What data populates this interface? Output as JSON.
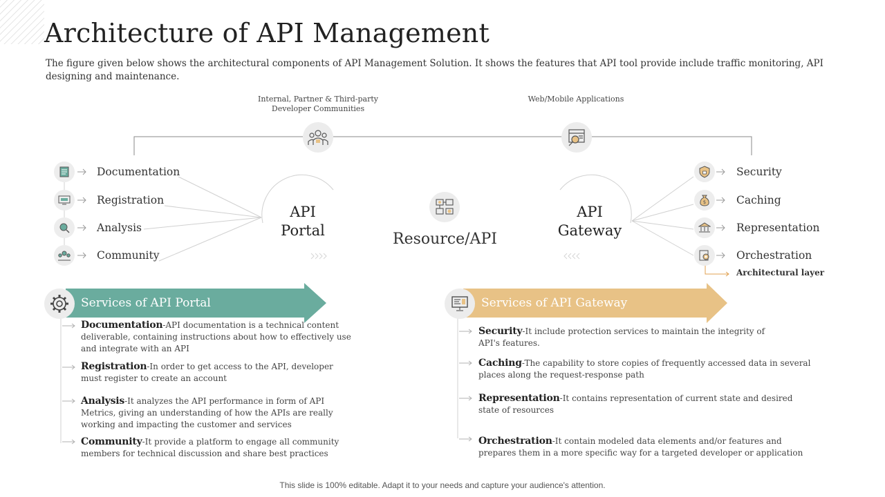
{
  "title": "Architecture of API Management",
  "subtitle": "The figure given below shows the architectural components of API Management Solution. It shows the features that API tool provide include traffic monitoring, API designing and maintenance.",
  "top": {
    "developer_label": "Internal, Partner & Third-party Developer Communities",
    "apps_label": "Web/Mobile Applications"
  },
  "portal": {
    "title_line1": "API",
    "title_line2": "Portal",
    "items": [
      "Documentation",
      "Registration",
      "Analysis",
      "Community"
    ]
  },
  "gateway": {
    "title_line1": "API",
    "title_line2": "Gateway",
    "items": [
      "Security",
      "Caching",
      "Representation",
      "Orchestration"
    ],
    "layer_label": "Architectural layer"
  },
  "resource_label": "Resource/API",
  "portal_services": {
    "banner": "Services of API Portal",
    "entries": [
      {
        "term": "Documentation",
        "text": "API documentation  is a technical content deliverable,  containing instructions about how to effectively  use and integrate  with an API"
      },
      {
        "term": "Registration",
        "text": "In order to get access to the API, developer  must register  to create  an account"
      },
      {
        "term": "Analysis",
        "text": "It analyzes  the API performance  in form of API Metrics,  giving an understanding  of how the APIs are really working and impacting  the customer and services"
      },
      {
        "term": "Community",
        "text": "It provide  a platform  to engage  all community members for technical discussion  and share best practices"
      }
    ]
  },
  "gateway_services": {
    "banner": "Services of  API Gateway",
    "entries": [
      {
        "term": "Security",
        "text": "It include protection  services  to maintain  the integrity  of API's features."
      },
      {
        "term": "Caching",
        "text": "The capability to store  copies of frequently  accessed data  in several places along the request-response  path"
      },
      {
        "term": "Representation",
        "text": "It contains representation  of current state and desired state of resources"
      },
      {
        "term": "Orchestration",
        "text": "It contain modeled data elements  and/or features and prepares them in a more specific  way for a targeted developer  or application"
      }
    ]
  },
  "footer": "This slide is 100% editable. Adapt it to your needs and capture your audience's attention.",
  "colors": {
    "portal_banner": "#6aac9e",
    "gateway_banner": "#e8c286",
    "line": "#cfcfcf",
    "icon_stroke": "#555555"
  }
}
